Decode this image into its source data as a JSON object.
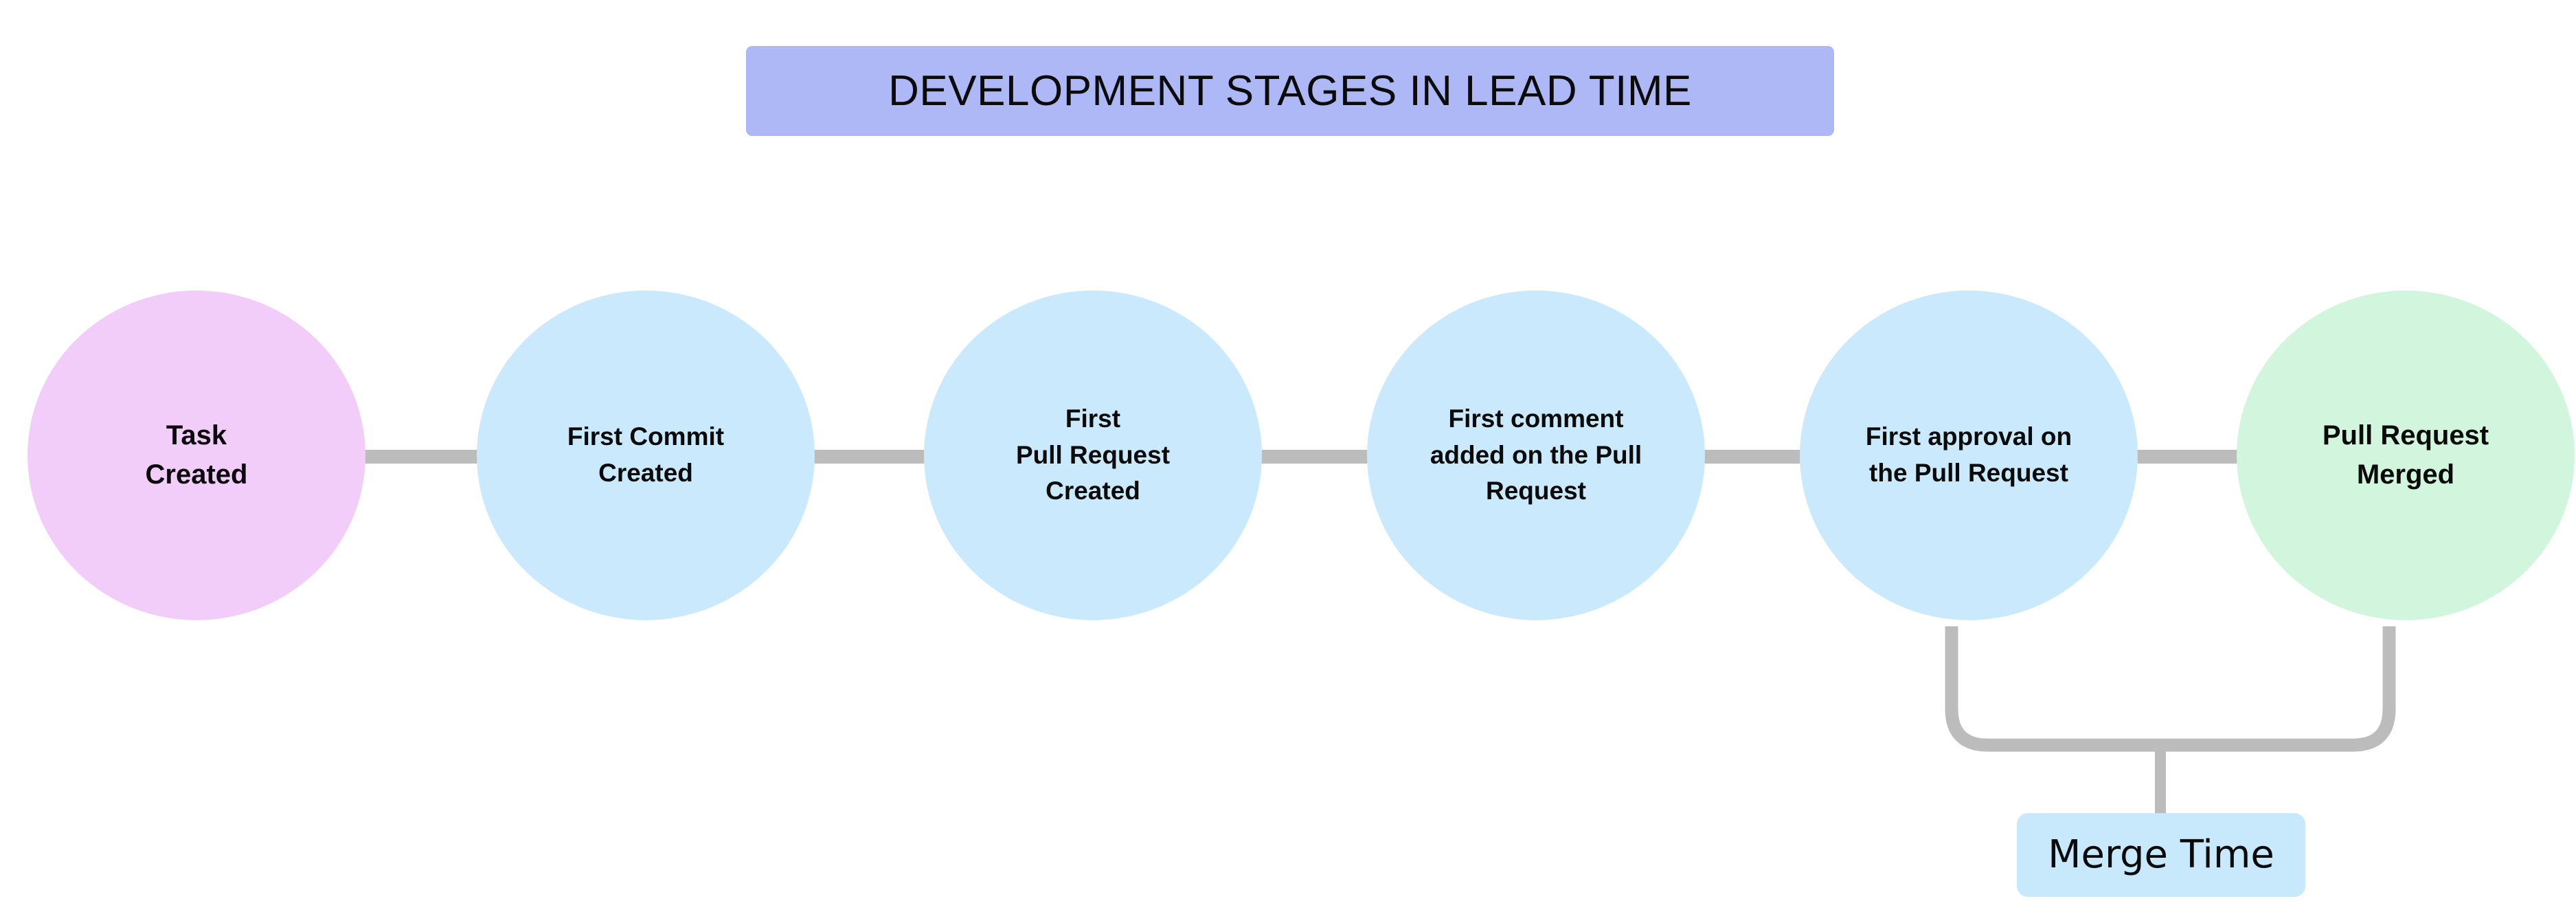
{
  "title": {
    "text": "DEVELOPMENT STAGES IN LEAD TIME",
    "background_color": "#aeb8f7",
    "text_color": "#0b0b0b"
  },
  "colors": {
    "canvas_background": "#ffffff",
    "connector_gray": "#bcbcbc",
    "start_node_fill": "#f2cdf9",
    "middle_node_fill": "#cbe9fc",
    "end_node_fill": "#d2f5dd",
    "callout_fill": "#c7e9fb",
    "title_fill": "#aeb8f7"
  },
  "stages": [
    {
      "id": "task-created",
      "label": "Task\nCreated",
      "fill": "#f2cdf9",
      "order": 1
    },
    {
      "id": "first-commit",
      "label": "First Commit\nCreated",
      "fill": "#cbe9fc",
      "order": 2
    },
    {
      "id": "first-pull-request",
      "label": "First\nPull Request\nCreated",
      "fill": "#cbe9fc",
      "order": 3
    },
    {
      "id": "first-comment",
      "label": "First comment\nadded on the Pull\nRequest",
      "fill": "#cbe9fc",
      "order": 4
    },
    {
      "id": "first-approval",
      "label": "First approval on\nthe Pull Request",
      "fill": "#cbe9fc",
      "order": 5
    },
    {
      "id": "pull-request-merged",
      "label": "Pull Request\nMerged",
      "fill": "#d2f5dd",
      "order": 6
    }
  ],
  "annotations": [
    {
      "id": "merge-time",
      "label": "Merge Time",
      "spans_from": "first-approval",
      "spans_to": "pull-request-merged",
      "fill": "#c7e9fb"
    }
  ]
}
